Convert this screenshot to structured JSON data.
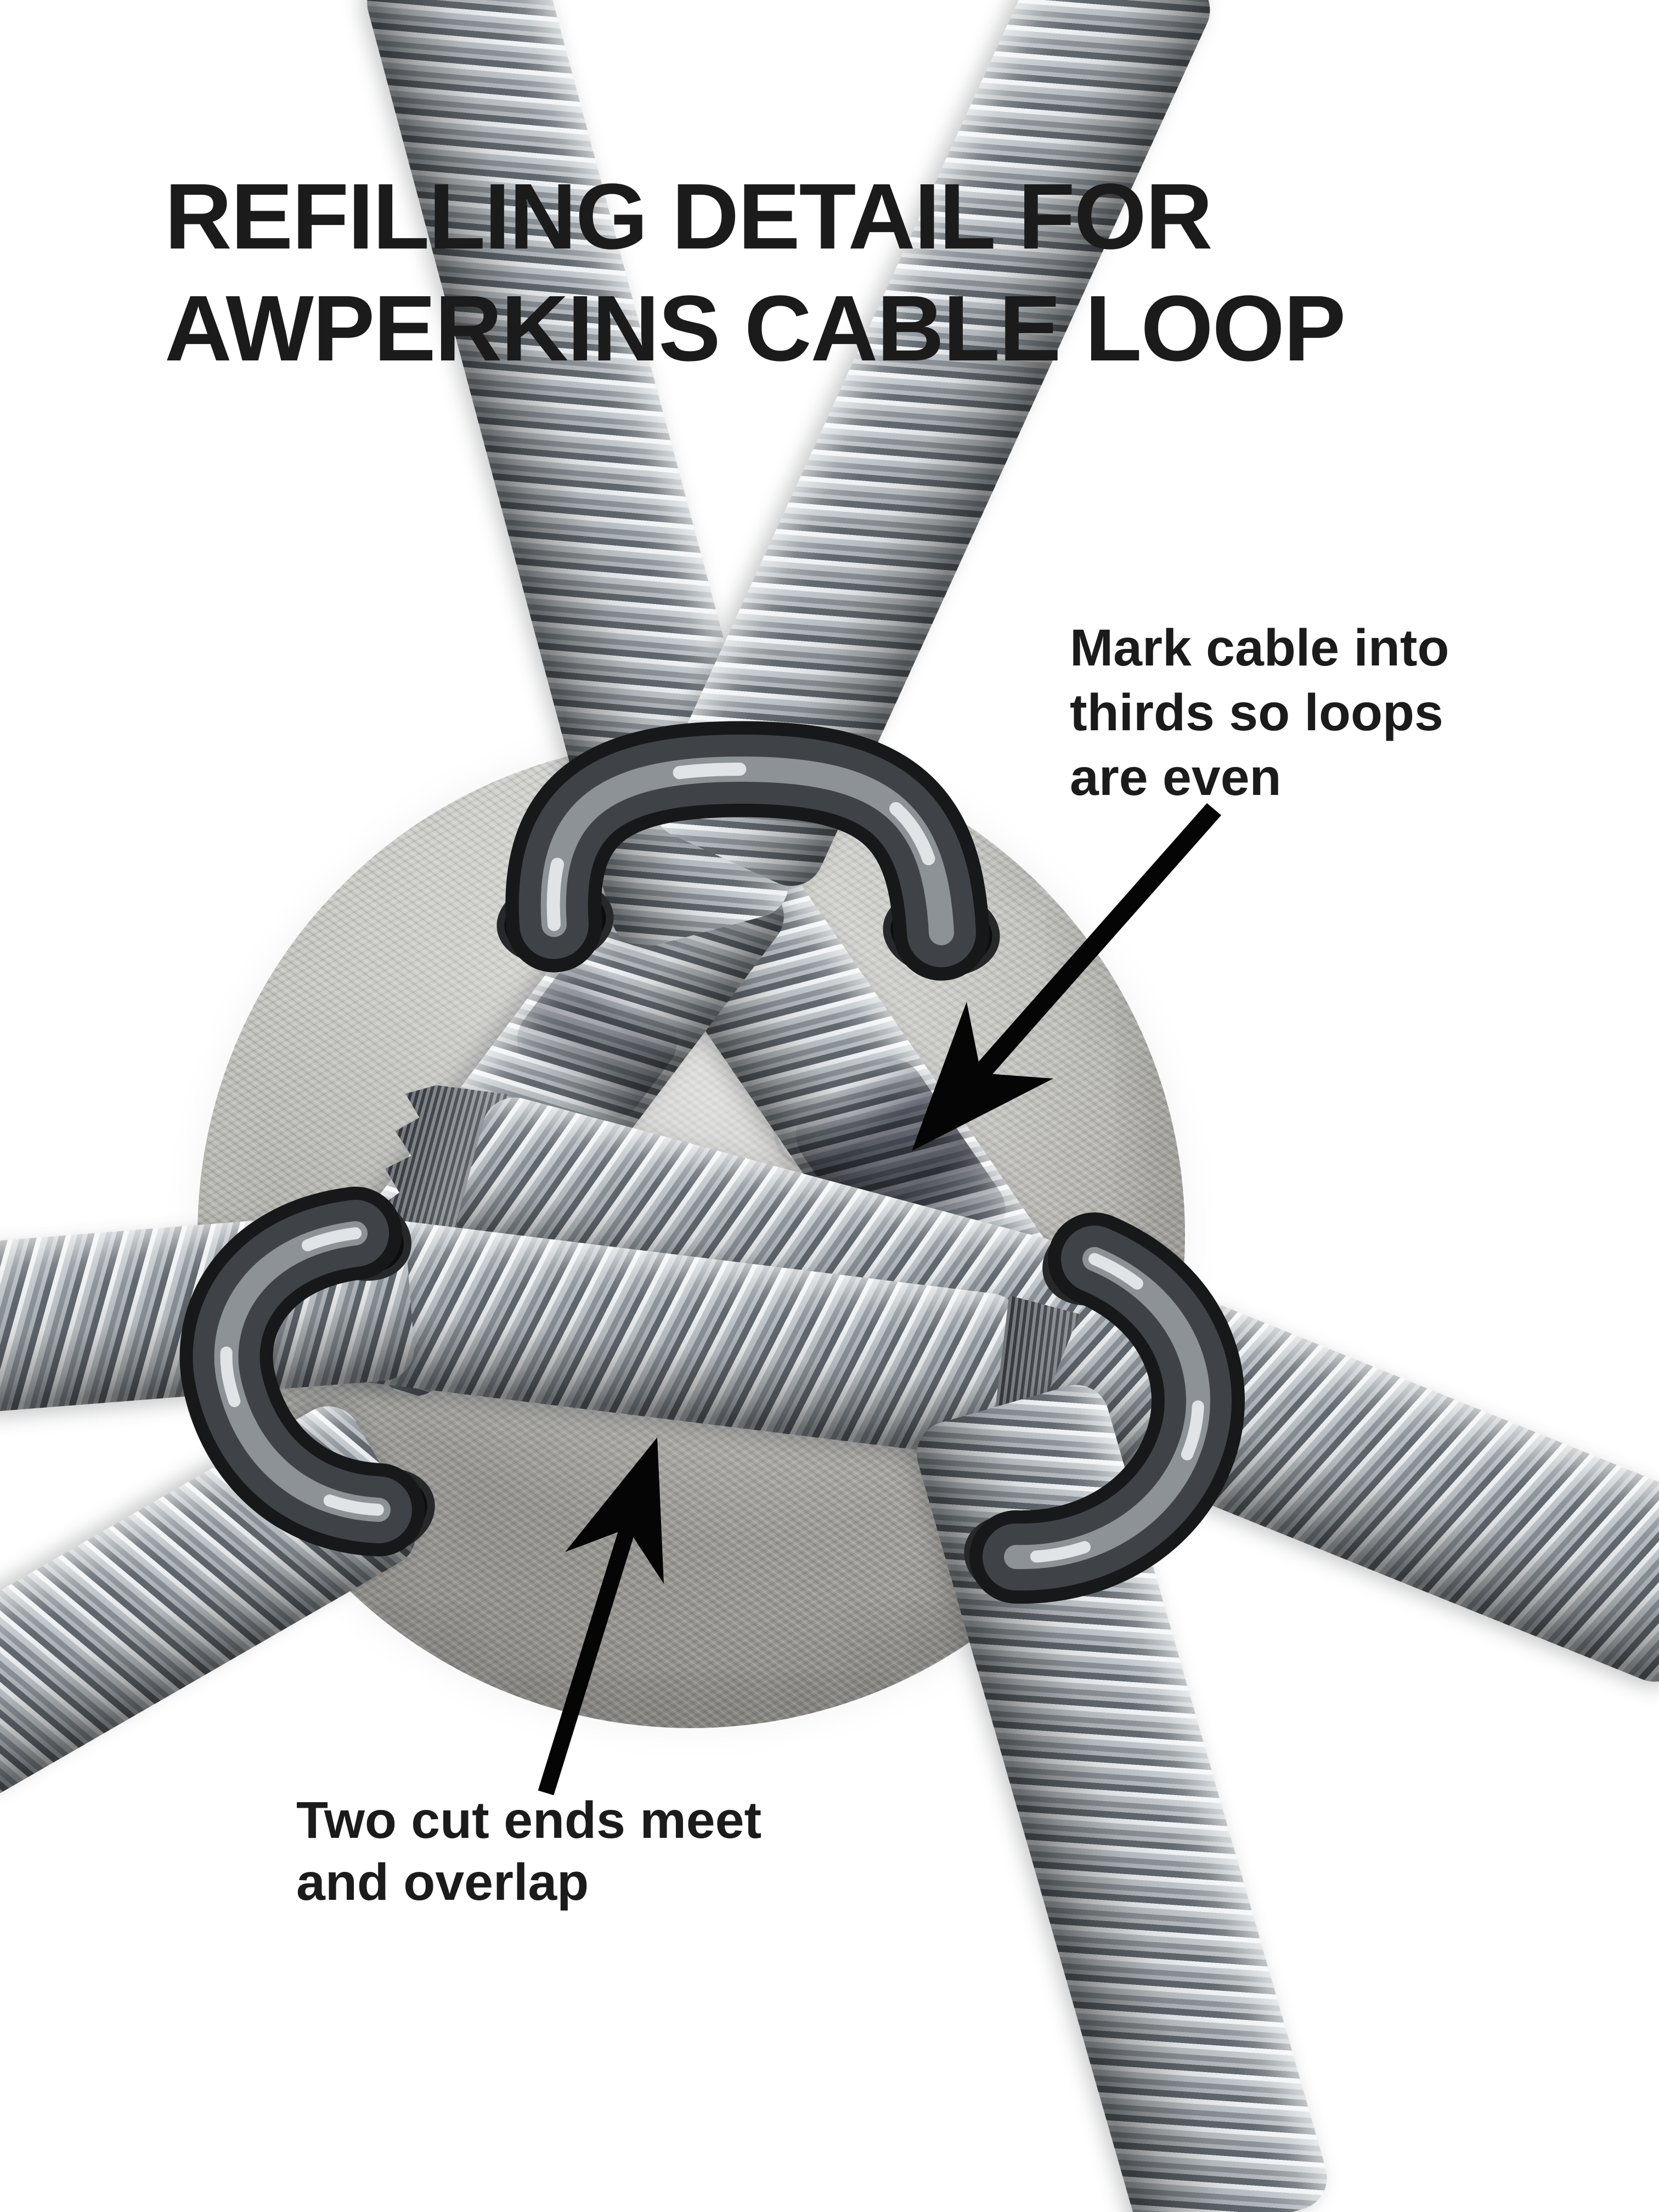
{
  "title": {
    "line1": "REFILLING DETAIL FOR",
    "line2": "AWPERKINS CABLE LOOP"
  },
  "annotations": {
    "mark_thirds": {
      "lines": [
        "Mark cable into",
        "thirds so loops",
        "are even"
      ],
      "icon": "arrow-down-left"
    },
    "cut_ends": {
      "lines": [
        "Two cut ends meet",
        "and overlap"
      ],
      "icon": "arrow-up-right"
    }
  },
  "colors": {
    "background": "#ffffff",
    "text_black": "#1b1b1b",
    "cable_silver": "#b9bfc4",
    "cable_shadow": "#646b71",
    "disc_gray": "#b4b3ae",
    "clip_gunmetal": "#2f3234"
  }
}
